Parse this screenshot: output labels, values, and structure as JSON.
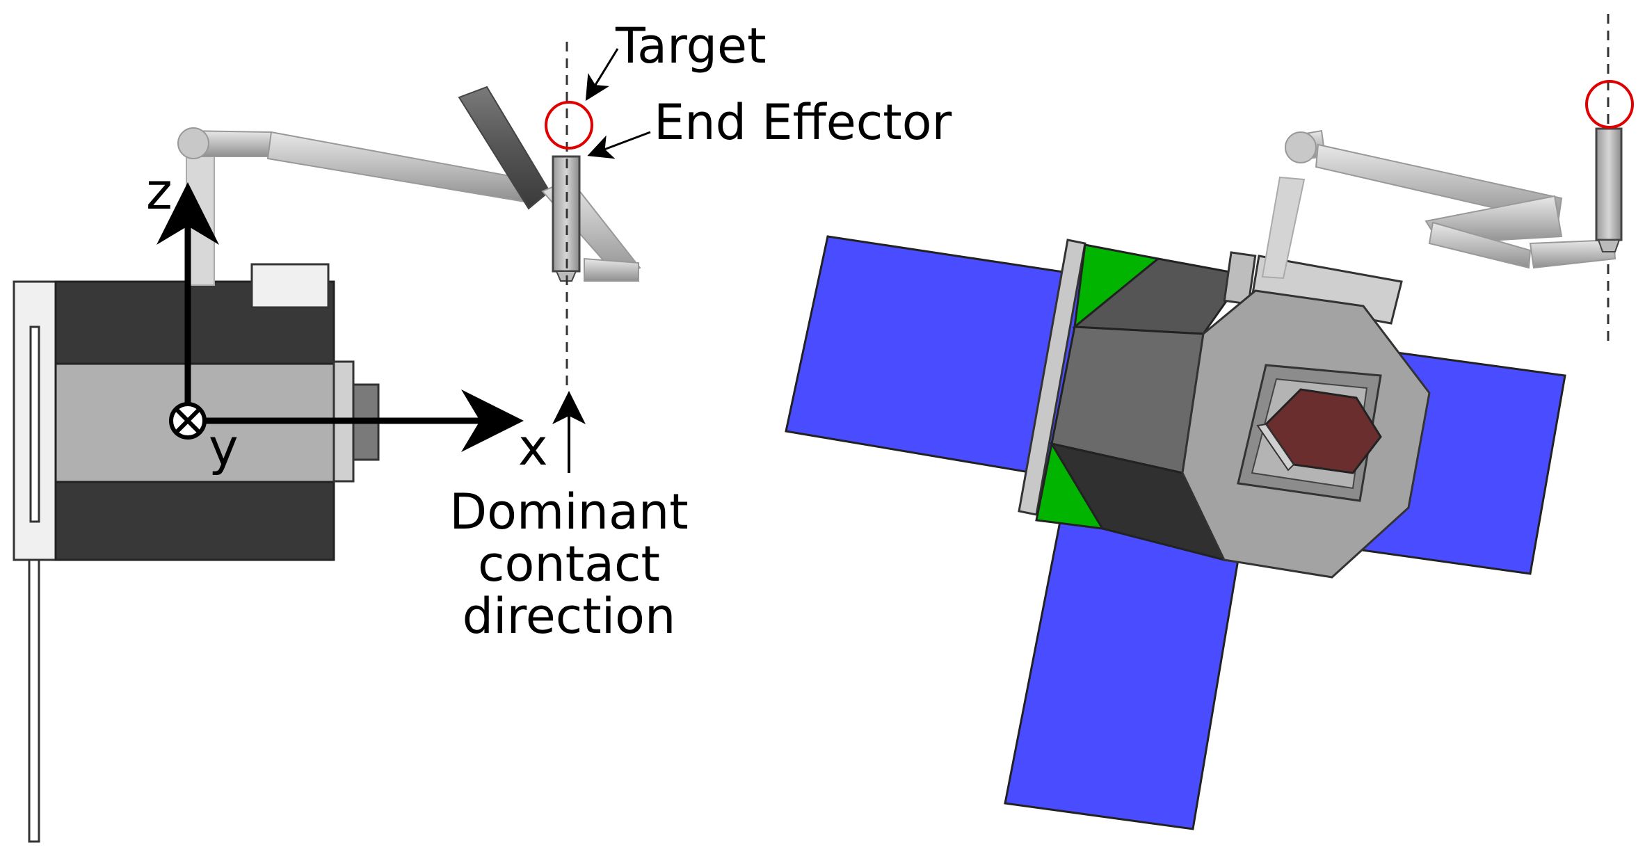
{
  "labels": {
    "target": "Target",
    "end_effector": "End Effector",
    "axis_z": "z",
    "axis_x": "x",
    "axis_y": "y",
    "contact_line1": "Dominant",
    "contact_line2": "contact",
    "contact_line3": "direction"
  },
  "colors": {
    "solar_panel": "#4a4cff",
    "green_patch": "#00b400",
    "target_circle": "#e00000",
    "payload": "#6b2e2e",
    "body_dark": "#383838",
    "body_light": "#b0b0b0",
    "arm": "#c8c8c8"
  }
}
